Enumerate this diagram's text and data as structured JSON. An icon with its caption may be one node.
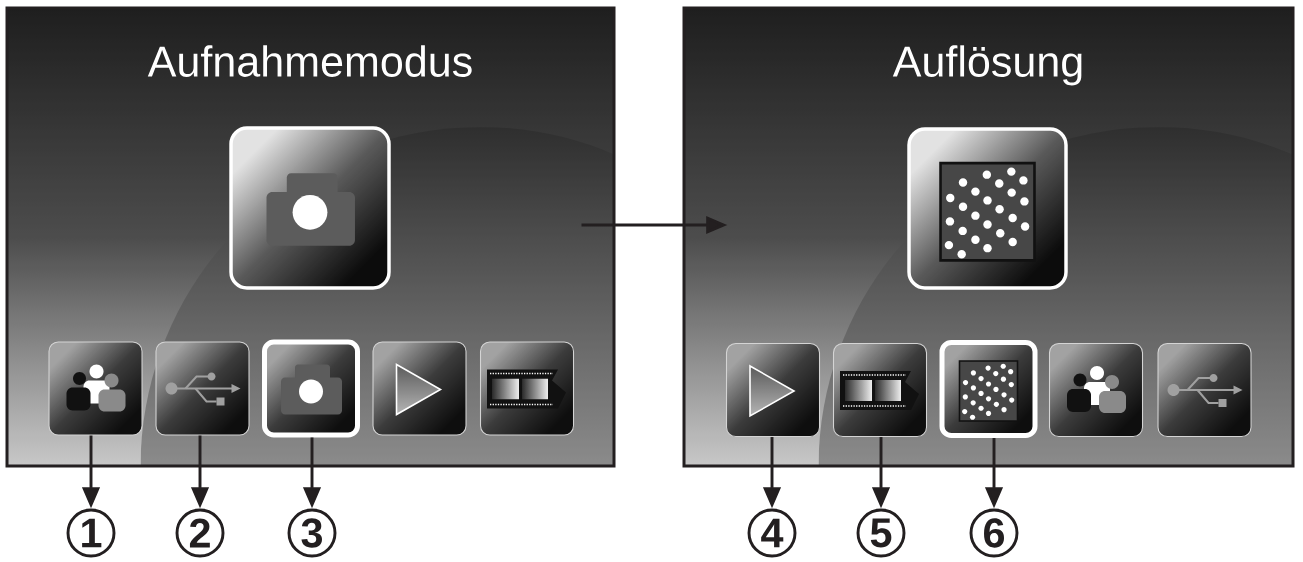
{
  "diagram": {
    "nodes": [
      {
        "text": [
          "Aufnahmemodus"
        ]
      },
      {
        "text": [],
        "shape": "picture",
        "in": 0
      },
      {
        "text": [],
        "shape": "picture",
        "in": 0
      },
      {
        "text": [],
        "shape": "picture",
        "in": 0
      },
      {
        "text": [],
        "shape": "picture",
        "in": 0
      },
      {
        "text": [],
        "shape": "picture",
        "in": 0
      },
      {
        "text": [],
        "shape": "picture",
        "in": 0
      },
      {
        "text": [
          "Auflösung"
        ]
      },
      {
        "text": [],
        "shape": "picture",
        "in": 7
      },
      {
        "text": [],
        "shape": "picture",
        "in": 7
      },
      {
        "text": [],
        "shape": "picture",
        "in": 7
      },
      {
        "text": [],
        "shape": "picture",
        "in": 7
      },
      {
        "text": [],
        "shape": "picture",
        "in": 7
      },
      {
        "text": [],
        "shape": "picture",
        "in": 7
      },
      {
        "text": [
          "1"
        ]
      },
      {
        "text": [
          "2"
        ]
      },
      {
        "text": [
          "3"
        ]
      },
      {
        "text": [
          "4"
        ]
      },
      {
        "text": [
          "5"
        ]
      },
      {
        "text": [
          "6"
        ]
      }
    ],
    "edges": [
      {
        "from": 0,
        "to": 7,
        "arrow": "to"
      },
      {
        "from": 2,
        "to": 14,
        "arrow": "to"
      },
      {
        "from": 3,
        "to": 15,
        "arrow": "to"
      },
      {
        "from": 4,
        "to": 16,
        "arrow": "to"
      },
      {
        "from": 9,
        "to": 17,
        "arrow": "to"
      },
      {
        "from": 10,
        "to": 18,
        "arrow": "to"
      },
      {
        "from": 11,
        "to": 19,
        "arrow": "to"
      }
    ]
  }
}
